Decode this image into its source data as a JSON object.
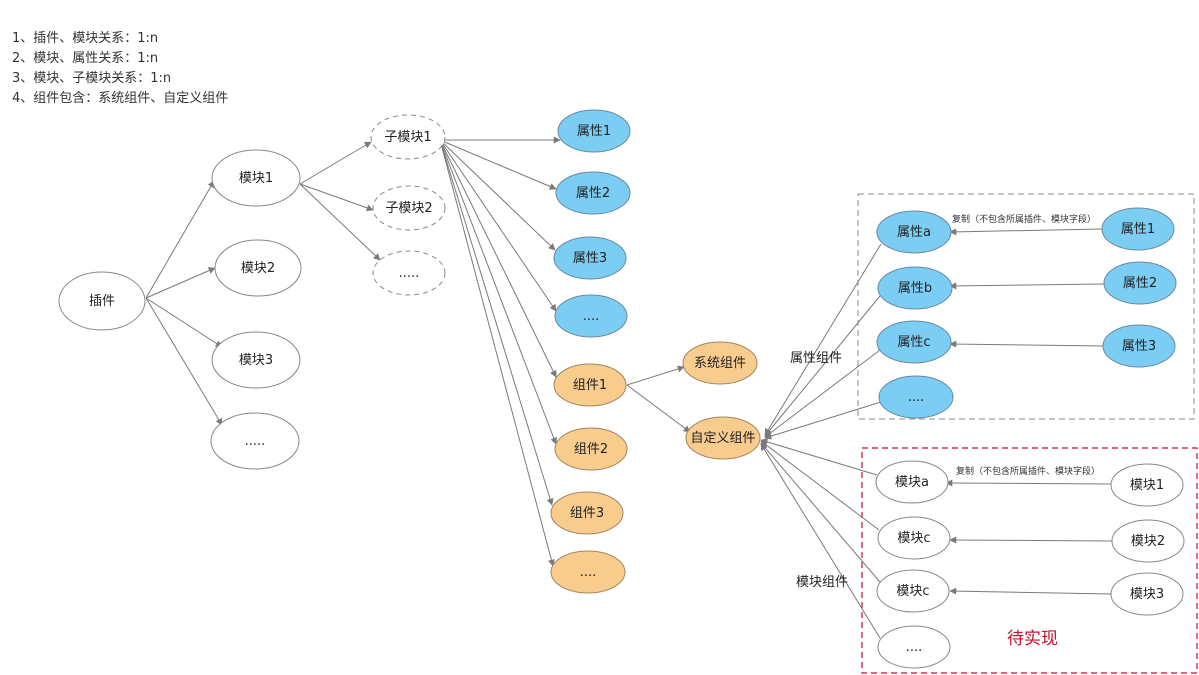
{
  "notes": [
    "1、插件、模块关系：1:n",
    "2、模块、属性关系：1:n",
    "3、模块、子模块关系：1:n",
    "4、组件包含：系统组件、自定义组件"
  ],
  "colors": {
    "attribute": "#7ccdf4",
    "component": "#f8cc8d",
    "plain": "#ffffff",
    "stroke": "#888888",
    "pending_border": "#c8102e"
  },
  "nodes": {
    "plugin": "插件",
    "module1": "模块1",
    "module2": "模块2",
    "module3": "模块3",
    "module_more": ".....",
    "submodule1": "子模块1",
    "submodule2": "子模块2",
    "submodule_more": ".....",
    "attr1": "属性1",
    "attr2": "属性2",
    "attr3": "属性3",
    "attr_more": "....",
    "comp1": "组件1",
    "comp2": "组件2",
    "comp3": "组件3",
    "comp_more": "....",
    "system_comp": "系统组件",
    "custom_comp": "自定义组件",
    "attr_a": "属性a",
    "attr_b": "属性b",
    "attr_c": "属性c",
    "attr_abc_more": "....",
    "right_attr1": "属性1",
    "right_attr2": "属性2",
    "right_attr3": "属性3",
    "module_a": "模块a",
    "module_c1": "模块c",
    "module_c2": "模块c",
    "module_abc_more": "....",
    "right_module1": "模块1",
    "right_module2": "模块2",
    "right_module3": "模块3"
  },
  "labels": {
    "attr_group": "属性组件",
    "module_group": "模块组件",
    "copy_note_attr": "复制（不包含所属插件、模块字段）",
    "copy_note_module": "复制（不包含所属插件、模块字段）",
    "pending": "待实现"
  }
}
